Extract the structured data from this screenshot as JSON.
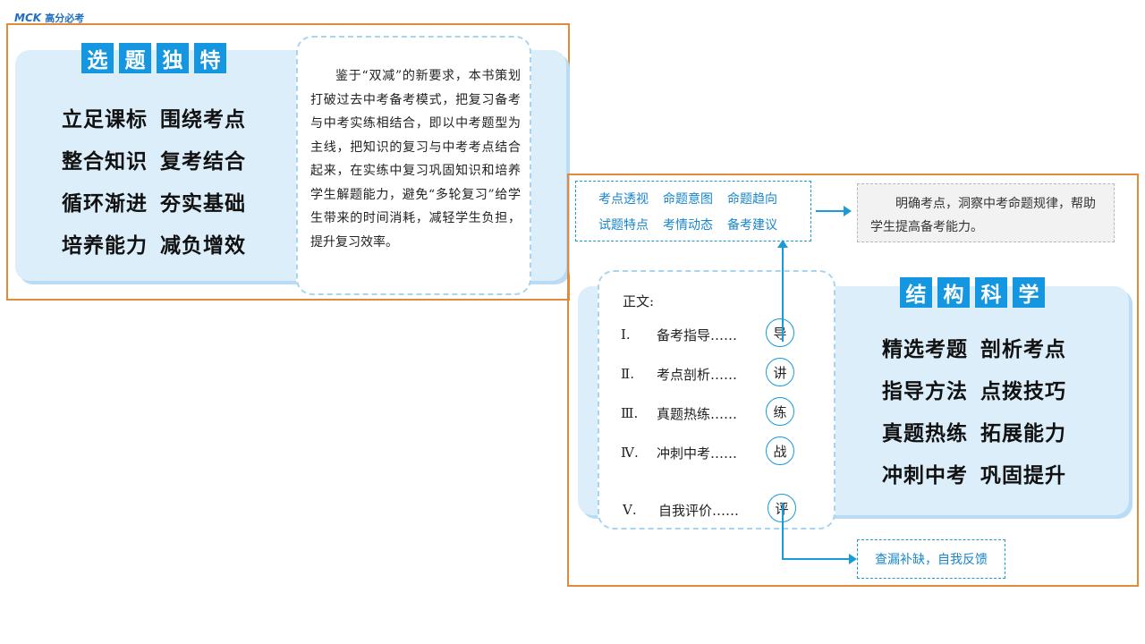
{
  "logo": {
    "text": "MCK",
    "sub": "高分必考"
  },
  "panel1": {
    "title_chars": [
      "选",
      "题",
      "独",
      "特"
    ],
    "features": [
      [
        "立足课标",
        "围绕考点"
      ],
      [
        "整合知识",
        "复考结合"
      ],
      [
        "循环渐进",
        "夯实基础"
      ],
      [
        "培养能力",
        "减负增效"
      ]
    ],
    "description": "鉴于“双减”的新要求，本书策划打破过去中考备考模式，把复习备考与中考实练相结合，即以中考题型为主线，把知识的复习与中考考点结合起来，在实练中复习巩固知识和培养学生解题能力，避免“多轮复习”给学生带来的时间消耗，减轻学生负担，提升复习效率。"
  },
  "panel2": {
    "tags_row1": [
      "考点透视",
      "命题意图",
      "命题趋向"
    ],
    "tags_row2": [
      "试题特点",
      "考情动态",
      "备考建议"
    ],
    "grey_text": "明确考点，洞察中考命题规律，帮助学生提高备考能力。",
    "title_chars": [
      "结",
      "构",
      "科",
      "学"
    ],
    "features": [
      [
        "精选考题",
        "剖析考点"
      ],
      [
        "指导方法",
        "点拨技巧"
      ],
      [
        "真题热练",
        "拓展能力"
      ],
      [
        "冲刺中考",
        "巩固提升"
      ]
    ],
    "toc_head": "正文:",
    "toc": [
      {
        "num": "Ⅰ.",
        "label": "备考指导……",
        "badge": "导"
      },
      {
        "num": "Ⅱ.",
        "label": "考点剖析……",
        "badge": "讲"
      },
      {
        "num": "Ⅲ.",
        "label": "真题热练……",
        "badge": "练"
      },
      {
        "num": "Ⅳ.",
        "label": "冲刺中考……",
        "badge": "战"
      },
      {
        "num": "Ⅴ.",
        "label": "自我评价……",
        "badge": "评"
      }
    ],
    "feedback": "查漏补缺，自我反馈"
  },
  "colors": {
    "accent": "#1496e0",
    "border": "#e08a3c",
    "panel_bg": "#dbeefa"
  }
}
